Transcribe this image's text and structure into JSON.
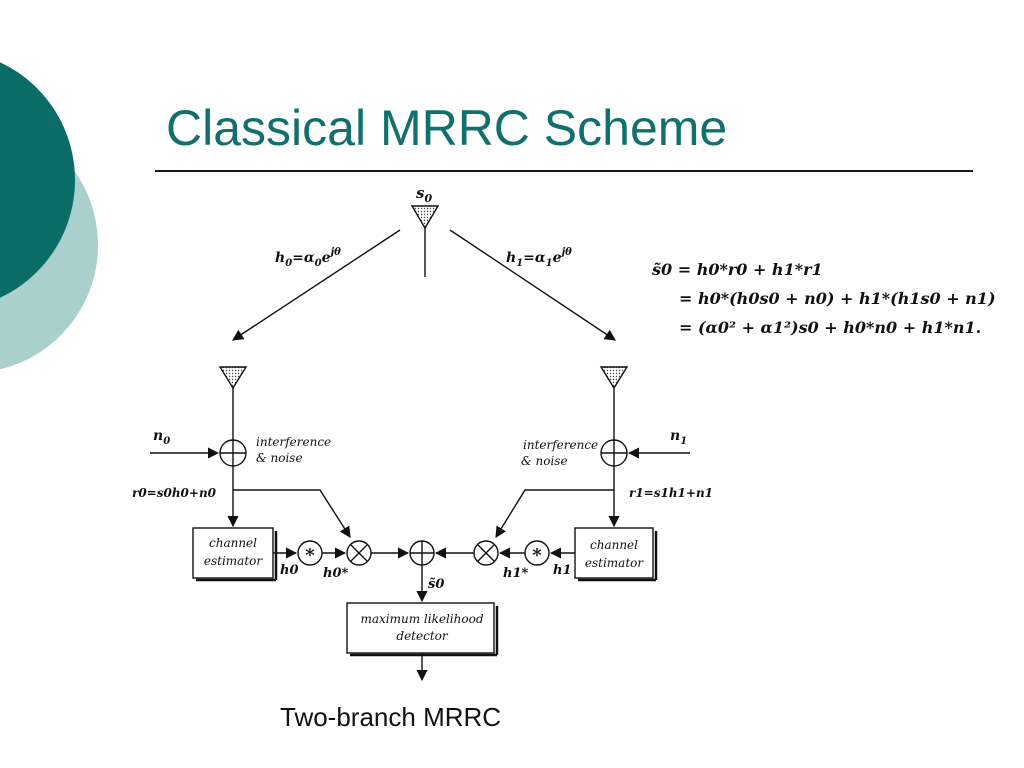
{
  "slide": {
    "title": "Classical MRRC Scheme",
    "caption": "Two-branch MRRC",
    "accent_color": "#0b6b66",
    "accent_light_color": "#a9d0cd"
  },
  "diagram": {
    "tx_symbol": "s",
    "tx_subscript": "0",
    "left_channel": {
      "h": "h",
      "sub": "0",
      "eq": "=α",
      "eq_sub": "0",
      "e": "e",
      "sup": "jθ"
    },
    "right_channel": {
      "h": "h",
      "sub": "1",
      "eq": "=α",
      "eq_sub": "1",
      "e": "e",
      "sup": "jθ"
    },
    "noise_left": {
      "n": "n",
      "sub": "0"
    },
    "noise_right": {
      "n": "n",
      "sub": "1"
    },
    "interference_line1": "interference",
    "interference_line2": "& noise",
    "r0_eq": "r0=s0h0+n0",
    "r1_eq": "r1=s1h1+n1",
    "channel_estimator_line1": "channel",
    "channel_estimator_line2": "estimator",
    "ml_detector_line1": "maximum likelihood",
    "ml_detector_line2": "detector",
    "conj_symbol": "*",
    "h0_label": "h0",
    "h0_conj_label": "h0*",
    "h1_label": "h1",
    "h1_conj_label": "h1*",
    "s0_est_label": "s̃0"
  },
  "equations": [
    "s̃0 = h0*r0 + h1*r1",
    "= h0*(h0s0 + n0) + h1*(h1s0 + n1)",
    "= (α0² + α1²)s0 + h0*n0 + h1*n1."
  ]
}
